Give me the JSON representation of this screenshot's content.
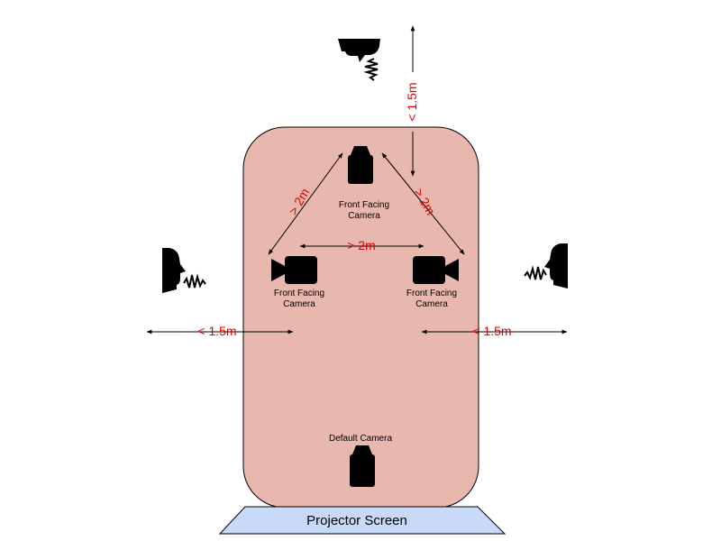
{
  "labels": {
    "camera_top": [
      "Front Facing",
      "Camera"
    ],
    "camera_left": [
      "Front Facing",
      "Camera"
    ],
    "camera_right": [
      "Front Facing",
      "Camera"
    ],
    "camera_default": "Default Camera",
    "projector_screen": "Projector Screen"
  },
  "distances": {
    "top_left": "> 2m",
    "top_right": "> 2m",
    "left_right": "> 2m",
    "speaker_left": "< 1.5m",
    "speaker_right": "< 1.5m",
    "speaker_top": "< 1.5m"
  },
  "colors": {
    "room_fill": "#e8b7ae",
    "room_stroke": "#000000",
    "screen_fill": "#c9daf8",
    "distance_text": "#e00000"
  },
  "icons": {
    "camera": "video-camera-icon",
    "speaker": "speaking-head-icon"
  }
}
